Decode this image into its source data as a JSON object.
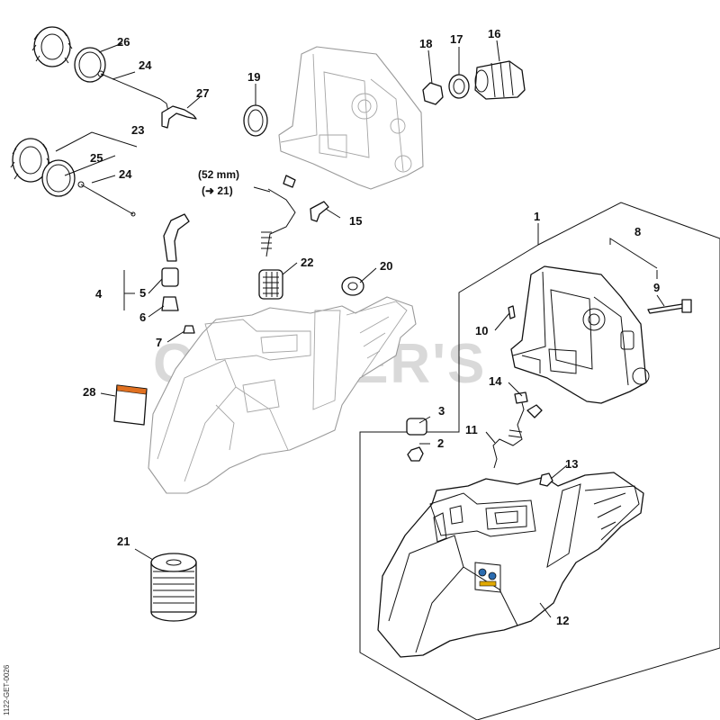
{
  "watermark": "CHALLER'S",
  "drawing_code": "1122-GET-0026",
  "note": {
    "line1": "(52 mm)",
    "line2": "(➜ 21)"
  },
  "callouts": [
    {
      "id": "1",
      "label": "1"
    },
    {
      "id": "2",
      "label": "2"
    },
    {
      "id": "3",
      "label": "3"
    },
    {
      "id": "4",
      "label": "4"
    },
    {
      "id": "5",
      "label": "5"
    },
    {
      "id": "6",
      "label": "6"
    },
    {
      "id": "7",
      "label": "7"
    },
    {
      "id": "8",
      "label": "8"
    },
    {
      "id": "9",
      "label": "9"
    },
    {
      "id": "10",
      "label": "10"
    },
    {
      "id": "11",
      "label": "11"
    },
    {
      "id": "12",
      "label": "12"
    },
    {
      "id": "13",
      "label": "13"
    },
    {
      "id": "14",
      "label": "14"
    },
    {
      "id": "15",
      "label": "15"
    },
    {
      "id": "16",
      "label": "16"
    },
    {
      "id": "17",
      "label": "17"
    },
    {
      "id": "18",
      "label": "18"
    },
    {
      "id": "19",
      "label": "19"
    },
    {
      "id": "20",
      "label": "20"
    },
    {
      "id": "21a",
      "label": "21"
    },
    {
      "id": "22",
      "label": "22"
    },
    {
      "id": "23",
      "label": "23"
    },
    {
      "id": "24a",
      "label": "24"
    },
    {
      "id": "24b",
      "label": "24"
    },
    {
      "id": "25",
      "label": "25"
    },
    {
      "id": "26",
      "label": "26"
    },
    {
      "id": "27",
      "label": "27"
    },
    {
      "id": "28",
      "label": "28"
    }
  ]
}
